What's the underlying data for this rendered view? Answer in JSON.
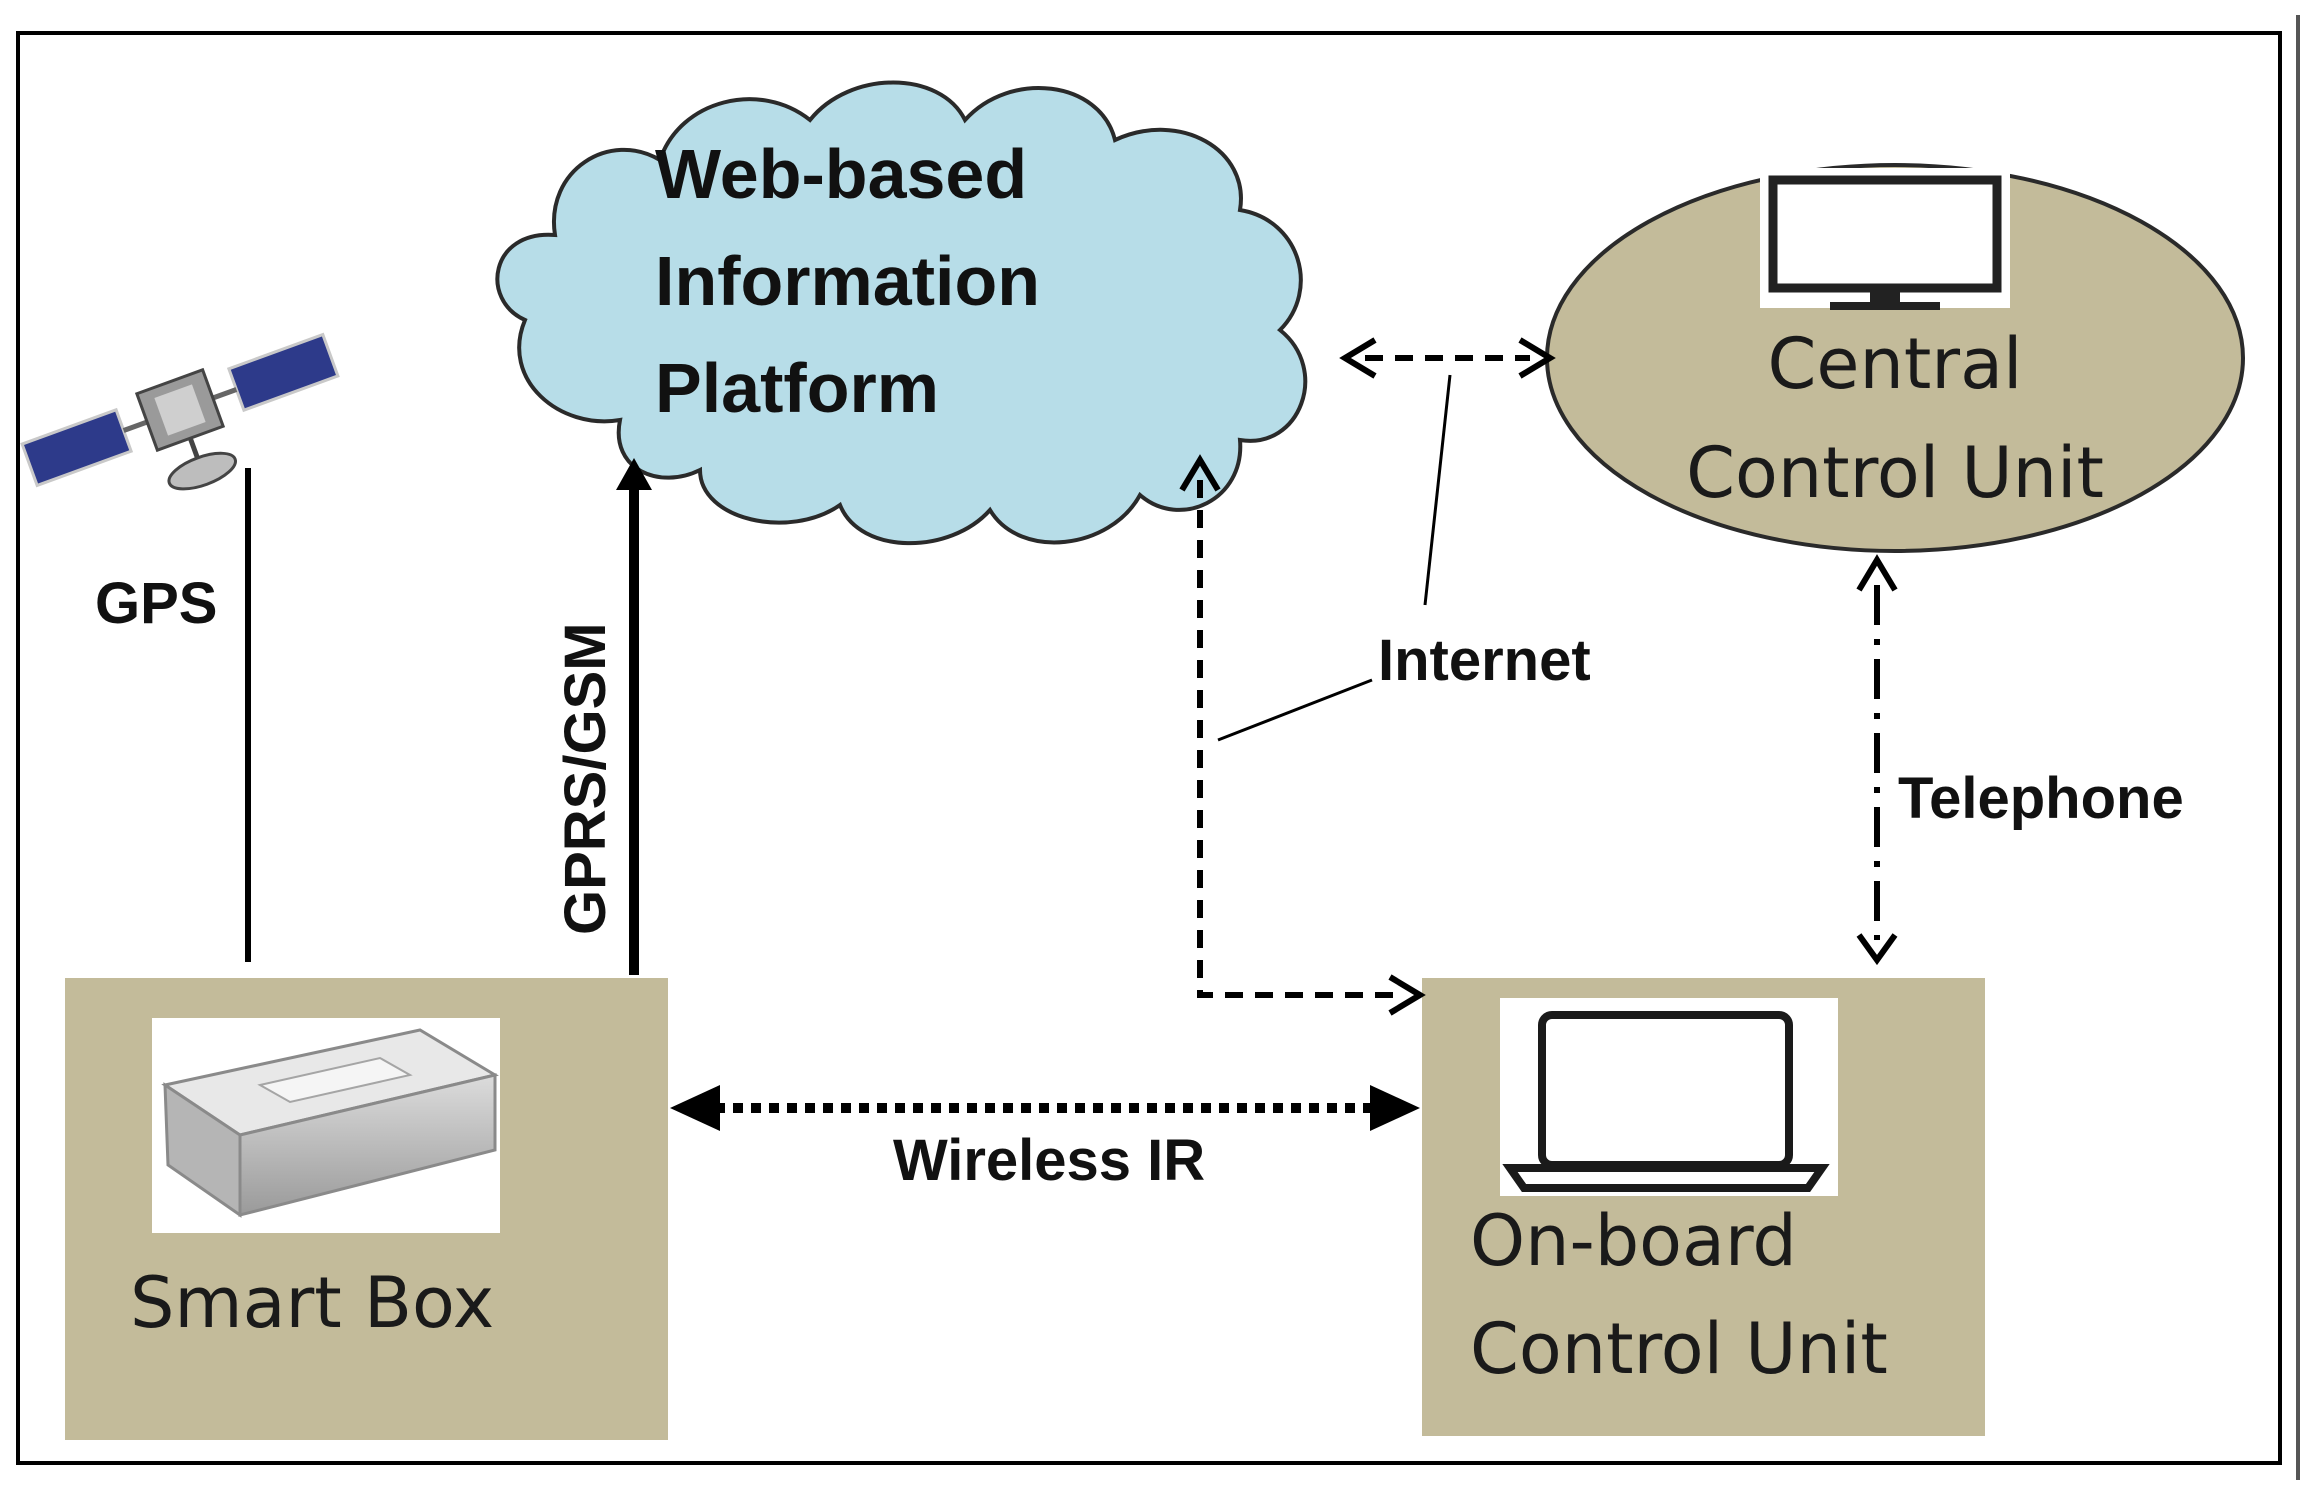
{
  "nodes": {
    "cloud": {
      "lines": [
        "Web-based",
        "Information",
        "Platform"
      ]
    },
    "central": {
      "lines": [
        "Central",
        "Control Unit"
      ]
    },
    "smart_box": {
      "label": "Smart Box"
    },
    "onboard": {
      "lines": [
        "On-board",
        "Control Unit"
      ]
    }
  },
  "edges": {
    "gps": "GPS",
    "gprs_gsm": "GPRS/GSM",
    "internet": "Internet",
    "telephone": "Telephone",
    "wireless_ir": "Wireless IR"
  },
  "icons": {
    "satellite": "satellite-icon",
    "monitor": "monitor-icon",
    "laptop": "laptop-icon",
    "device": "smart-box-device-icon"
  },
  "colors": {
    "box_fill": "#c3bb9a",
    "cloud_fill": "#b7dde8",
    "line": "#000000"
  }
}
